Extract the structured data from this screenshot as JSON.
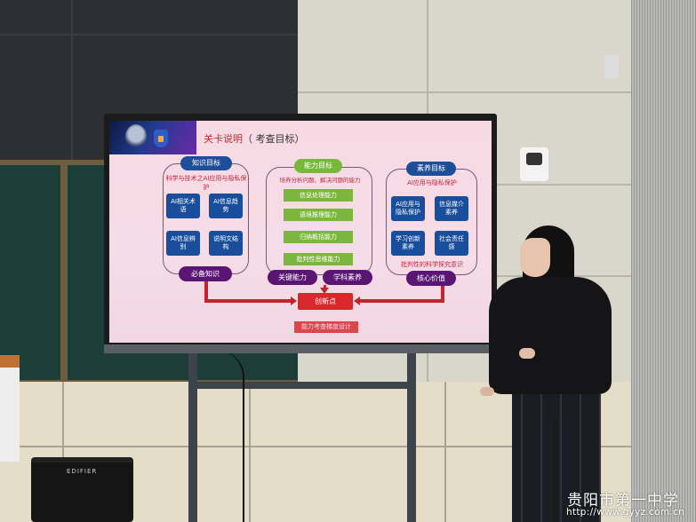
{
  "slide": {
    "title": "关卡说明",
    "title_suffix": "（ 考查目标）",
    "knowledge": {
      "header": "知识目标",
      "subtitle": "科学与技术之AI应用与隐私保护",
      "items": [
        "AI相关术语",
        "AI信息趋势",
        "AI信息辨别",
        "说明文结构"
      ],
      "footer": "必备知识"
    },
    "ability": {
      "header": "能力目标",
      "subtitle": "培养分析问题、解决问题的能力",
      "items": [
        "信息处理能力",
        "语境推理能力",
        "归纳概括能力",
        "批判性思维能力"
      ],
      "footer_left": "关键能力",
      "footer_right": "学科素养"
    },
    "literacy": {
      "header": "素养目标",
      "subtitle": "AI应用与隐私保护",
      "items": [
        "AI应用与隐私保护",
        "信息媒介素养",
        "学习创新素养",
        "社会责任感"
      ],
      "note": "批判性的科学探究意识",
      "footer": "核心价值"
    },
    "center": "创新点",
    "caption": "能力考查梯度设计"
  },
  "speaker_brand": "EDIFIER",
  "watermark": {
    "title": "贵阳市第一中学",
    "url": "http://www.gyyz.com.cn"
  },
  "colors": {
    "slide_bg": "#f6dae4",
    "blue_box": "#1d4e9a",
    "green_bar": "#7cb73d",
    "purple_pill": "#5b1673",
    "red_accent": "#d9272b"
  }
}
